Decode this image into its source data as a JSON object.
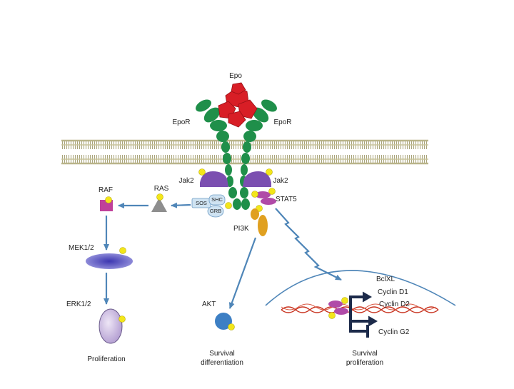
{
  "labels": {
    "epo": "Epo",
    "epor_left": "EpoR",
    "epor_right": "EpoR",
    "jak2_left": "Jak2",
    "jak2_right": "Jak2",
    "stat5": "STAT5",
    "pi3k": "PI3K",
    "ras": "RAS",
    "raf": "RAF",
    "sos": "SOS",
    "shc": "SHC",
    "grb": "GRB",
    "mek": "MEK1/2",
    "erk": "ERK1/2",
    "akt": "AKT",
    "bclxl": "BclXL",
    "cyclin_d1": "Cyclin D1",
    "cyclin_d2": "Cyclin D2",
    "cyclin_g2": "Cyclin G2"
  },
  "outcomes": {
    "proliferation": "Proliferation",
    "survival_differentiation": "Survival\ndifferentiation",
    "survival_proliferation": "Survival\nproliferation"
  },
  "colors": {
    "membrane": "#b9b48a",
    "receptor": "#1f8f4a",
    "epo": "#d81e26",
    "jak2": "#7b4fb0",
    "stat5": "#b04aa8",
    "pi3k": "#e0a020",
    "phospho": "#f3e61a",
    "arrow": "#4f86b8",
    "raf": "#c0409a",
    "mek": "#5c56c4",
    "erk": "#c9b8de",
    "akt": "#3d7fc4",
    "dna": "#c8321e",
    "promoter": "#1c2a4a"
  }
}
